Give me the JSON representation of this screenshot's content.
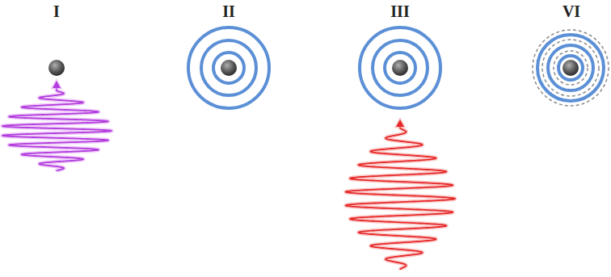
{
  "diagram": {
    "labels": [
      "I",
      "II",
      "III",
      "VI"
    ]
  }
}
